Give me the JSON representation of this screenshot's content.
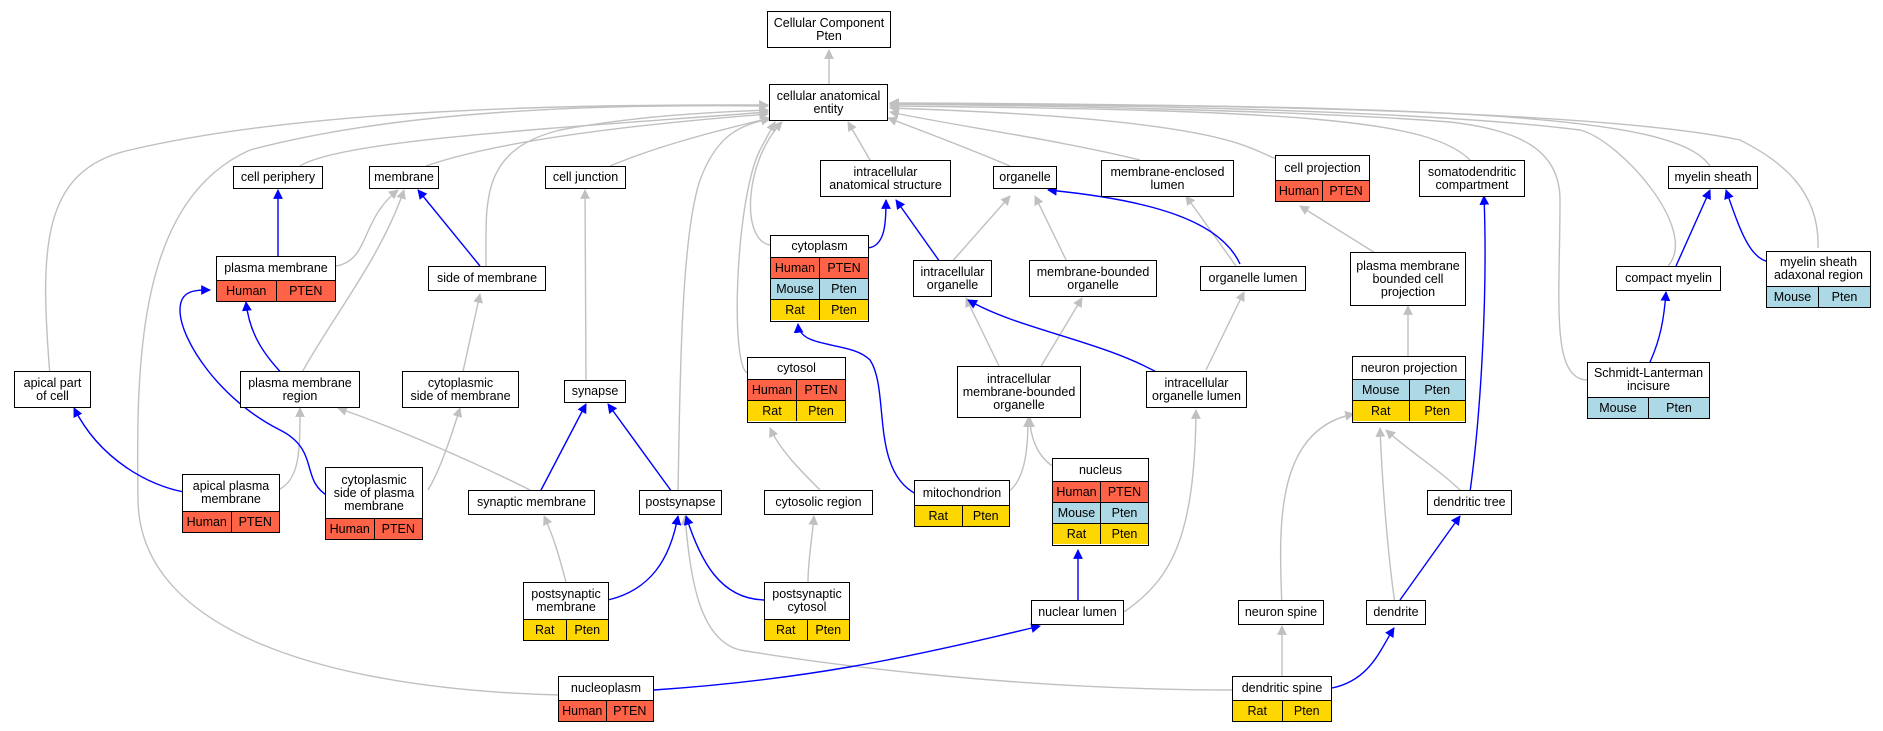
{
  "colors": {
    "is_a_edge": "#c0c0c0",
    "part_of_edge": "#0000ff",
    "human": "#FF6347",
    "mouse": "#ADD8E6",
    "rat": "#FFD700"
  },
  "nodes": {
    "root": {
      "label": "Cellular Component\nPten",
      "rows": []
    },
    "cae": {
      "label": "cellular anatomical\nentity",
      "rows": []
    },
    "cell_periphery": {
      "label": "cell periphery",
      "rows": []
    },
    "membrane": {
      "label": "membrane",
      "rows": []
    },
    "cell_junction": {
      "label": "cell junction",
      "rows": []
    },
    "intracellular_as": {
      "label": "intracellular\nanatomical structure",
      "rows": []
    },
    "organelle": {
      "label": "organelle",
      "rows": []
    },
    "membrane_enclosed_lumen": {
      "label": "membrane-enclosed\nlumen",
      "rows": []
    },
    "cell_projection": {
      "label": "cell projection",
      "rows": [
        [
          "Human",
          "PTEN"
        ]
      ]
    },
    "somatodendritic": {
      "label": "somatodendritic\ncompartment",
      "rows": []
    },
    "myelin_sheath": {
      "label": "myelin sheath",
      "rows": []
    },
    "plasma_membrane": {
      "label": "plasma membrane",
      "rows": [
        [
          "Human",
          "PTEN"
        ]
      ]
    },
    "side_of_membrane": {
      "label": "side of membrane",
      "rows": []
    },
    "cytoplasm": {
      "label": "cytoplasm",
      "rows": [
        [
          "Human",
          "PTEN"
        ],
        [
          "Mouse",
          "Pten"
        ],
        [
          "Rat",
          "Pten"
        ]
      ]
    },
    "intracellular_organelle": {
      "label": "intracellular\norganelle",
      "rows": []
    },
    "membrane_bounded_organelle": {
      "label": "membrane-bounded\norganelle",
      "rows": []
    },
    "organelle_lumen": {
      "label": "organelle lumen",
      "rows": []
    },
    "pm_bounded_cell_projection": {
      "label": "plasma membrane\nbounded cell\nprojection",
      "rows": []
    },
    "compact_myelin": {
      "label": "compact myelin",
      "rows": []
    },
    "myelin_adaxonal": {
      "label": "myelin sheath\nadaxonal region",
      "rows": [
        [
          "Mouse",
          "Pten"
        ]
      ]
    },
    "apical_part": {
      "label": "apical part\nof cell",
      "rows": []
    },
    "pm_region": {
      "label": "plasma membrane\nregion",
      "rows": []
    },
    "cyto_side_membrane": {
      "label": "cytoplasmic\nside of membrane",
      "rows": []
    },
    "synapse": {
      "label": "synapse",
      "rows": []
    },
    "cytosol": {
      "label": "cytosol",
      "rows": [
        [
          "Human",
          "PTEN"
        ],
        [
          "Rat",
          "Pten"
        ]
      ]
    },
    "intra_mb_organelle": {
      "label": "intracellular\nmembrane-bounded\norganelle",
      "rows": []
    },
    "intra_organelle_lumen": {
      "label": "intracellular\norganelle lumen",
      "rows": []
    },
    "neuron_projection": {
      "label": "neuron projection",
      "rows": [
        [
          "Mouse",
          "Pten"
        ],
        [
          "Rat",
          "Pten"
        ]
      ]
    },
    "schmidt_lanterman": {
      "label": "Schmidt-Lanterman\nincisure",
      "rows": [
        [
          "Mouse",
          "Pten"
        ]
      ]
    },
    "apical_pm": {
      "label": "apical plasma\nmembrane",
      "rows": [
        [
          "Human",
          "PTEN"
        ]
      ]
    },
    "cyto_side_pm": {
      "label": "cytoplasmic\nside of plasma\nmembrane",
      "rows": [
        [
          "Human",
          "PTEN"
        ]
      ]
    },
    "synaptic_membrane": {
      "label": "synaptic membrane",
      "rows": []
    },
    "postsynapse": {
      "label": "postsynapse",
      "rows": []
    },
    "cytosolic_region": {
      "label": "cytosolic region",
      "rows": []
    },
    "mitochondrion": {
      "label": "mitochondrion",
      "rows": [
        [
          "Rat",
          "Pten"
        ]
      ]
    },
    "nucleus": {
      "label": "nucleus",
      "rows": [
        [
          "Human",
          "PTEN"
        ],
        [
          "Mouse",
          "Pten"
        ],
        [
          "Rat",
          "Pten"
        ]
      ]
    },
    "dendritic_tree": {
      "label": "dendritic tree",
      "rows": []
    },
    "postsynaptic_membrane": {
      "label": "postsynaptic\nmembrane",
      "rows": [
        [
          "Rat",
          "Pten"
        ]
      ]
    },
    "postsynaptic_cytosol": {
      "label": "postsynaptic\ncytosol",
      "rows": [
        [
          "Rat",
          "Pten"
        ]
      ]
    },
    "nuclear_lumen": {
      "label": "nuclear lumen",
      "rows": []
    },
    "neuron_spine": {
      "label": "neuron spine",
      "rows": []
    },
    "dendrite": {
      "label": "dendrite",
      "rows": []
    },
    "nucleoplasm": {
      "label": "nucleoplasm",
      "rows": [
        [
          "Human",
          "PTEN"
        ]
      ]
    },
    "dendritic_spine": {
      "label": "dendritic spine",
      "rows": [
        [
          "Rat",
          "Pten"
        ]
      ]
    }
  }
}
